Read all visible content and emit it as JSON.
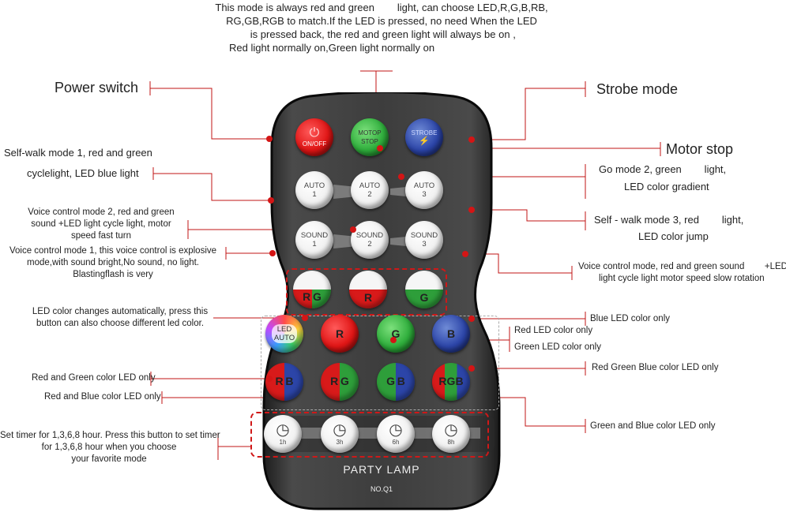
{
  "top_note": {
    "line1": "This mode is always red and green        light, can choose LED,R,G,B,RB,",
    "line2": "RG,GB,RGB to match.If the LED is pressed, no need When the LED",
    "line3": " is pressed back, the red and green light will always be on ,",
    "line4": "Red light normally on,Green light normally on"
  },
  "labels": {
    "power_switch": "Power switch",
    "strobe_mode": "Strobe mode",
    "motor_stop": "Motor stop",
    "self_walk_1_l1": "Self-walk mode 1, red and green",
    "self_walk_1_l2": "cyclelight, LED blue light",
    "go_mode_2_l1": "Go mode 2, green        light,",
    "go_mode_2_l2": "LED color gradient",
    "voice_2_l1": "Voice control mode 2, red and green",
    "voice_2_l2": "sound +LED light cycle light, motor",
    "voice_2_l3": "speed fast turn",
    "self_walk_3_l1": "Self - walk mode 3, red        light,",
    "self_walk_3_l2": "LED color jump",
    "voice_1_l1": "Voice control mode 1, this voice control is explosive",
    "voice_1_l2": "mode,with sound bright,No sound, no light.",
    "voice_1_l3": "Blastingflash is very",
    "voice_3_l1": "Voice control mode, red and green sound        +LED",
    "voice_3_l2": "light cycle light motor speed slow rotation",
    "led_auto_l1": "LED color changes automatically, press this",
    "led_auto_l2": "button can also choose different led color.",
    "blue_only": "Blue LED color only",
    "red_only": "Red LED color only",
    "green_only": "Green LED color only",
    "rg_only": "Red and Green color LED only",
    "rgb_only": "Red Green Blue color LED only",
    "rb_only": "Red and Blue color LED only",
    "gb_only": "Green and Blue color LED only",
    "timer_l1": "Set timer for 1,3,6,8 hour. Press this button to set timer",
    "timer_l2": "for 1,3,6,8 hour when you choose",
    "timer_l3": "your favorite mode"
  },
  "remote": {
    "on_off": "ON/OFF",
    "motor_stop_l1": "MOTOP",
    "motor_stop_l2": "STOP",
    "strobe": "STROBE",
    "auto": "AUTO",
    "sound": "SOUND",
    "n1": "1",
    "n2": "2",
    "n3": "3",
    "r": "R",
    "g": "G",
    "b": "B",
    "led": "LED",
    "auto_word": "AUTO",
    "timer_1": "1h",
    "timer_3": "3h",
    "timer_6": "6h",
    "timer_8": "8h",
    "brand": "PARTY LAMP",
    "model": "NO.Q1"
  },
  "colors": {
    "accent_red": "#d41515",
    "remote_body": "#3a3a3a"
  }
}
